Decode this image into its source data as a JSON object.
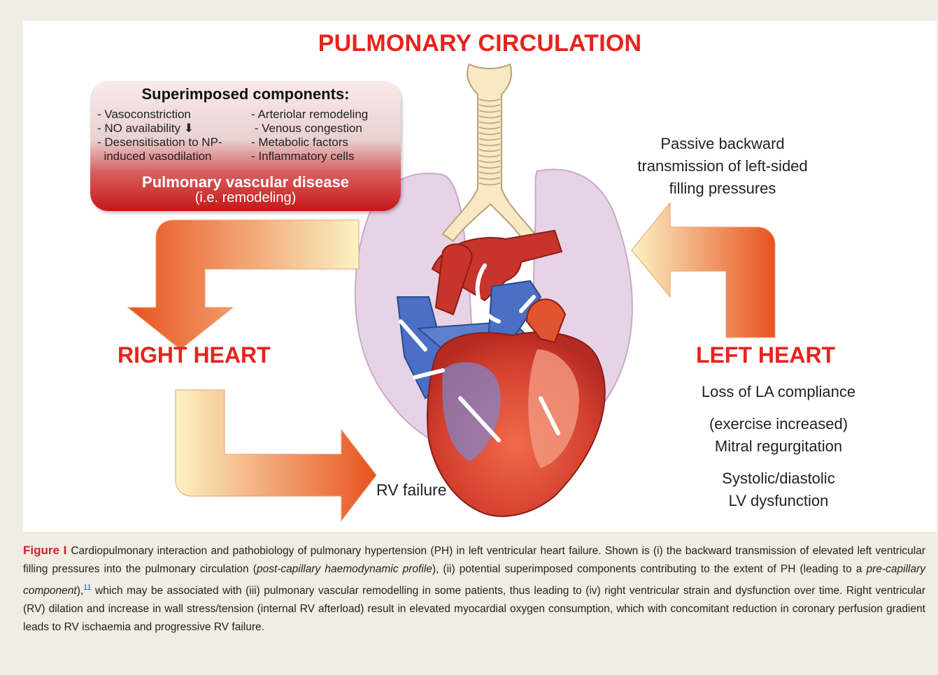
{
  "diagram": {
    "title": "PULMONARY CIRCULATION",
    "superimposed": {
      "heading": "Superimposed components:",
      "left_items": [
        "- Vasoconstriction",
        "- NO availability ⬇",
        "- Desensitisation to NP-",
        "  induced vasodilation"
      ],
      "right_items": [
        "- Arteriolar remodeling",
        " - Venous congestion",
        "- Metabolic factors",
        "- Inflammatory cells"
      ],
      "pvd_title": "Pulmonary vascular disease",
      "pvd_subtitle": "(i.e. remodeling)"
    },
    "passive_text": [
      "Passive backward",
      "transmission of left-sided",
      "filling pressures"
    ],
    "right_heart_label": "RIGHT HEART",
    "left_heart_label": "LEFT HEART",
    "rv_failure_label": "RV failure",
    "left_heart_items": [
      "Loss of LA compliance",
      "(exercise increased)",
      "Mitral regurgitation",
      "Systolic/diastolic",
      "LV dysfunction"
    ]
  },
  "caption": {
    "label": "Figure I",
    "part1": "Cardiopulmonary interaction and pathobiology of pulmonary hypertension (PH) in left ventricular heart failure. Shown is (i) the backward transmission of elevated left ventricular filling pressures into the pulmonary circulation (",
    "italic1": "post-capillary haemodynamic profile",
    "part2": "), (ii) potential superimposed components contributing to the extent of PH (leading to a ",
    "italic2": "pre-capillary component",
    "part3": "),",
    "citation": "11",
    "part4": " which may be associated with (iii) pulmonary vascular remodelling in some patients, thus leading to (iv) right ventricular strain and dysfunction over time. Right ventricular (RV) dilation and increase in wall stress/tension (internal RV afterload) result in elevated myocardial oxygen consumption, which with concomitant reduction in coronary perfusion gradient leads to RV ischaemia and progressive RV failure."
  },
  "colors": {
    "title_red": "#e8221d",
    "arrow_fill_light": "#fbf3c4",
    "arrow_fill_dark": "#e8521f",
    "lung": "#e6d3e6",
    "vein_blue": "#4a6fc4",
    "artery_red": "#c8342a"
  }
}
